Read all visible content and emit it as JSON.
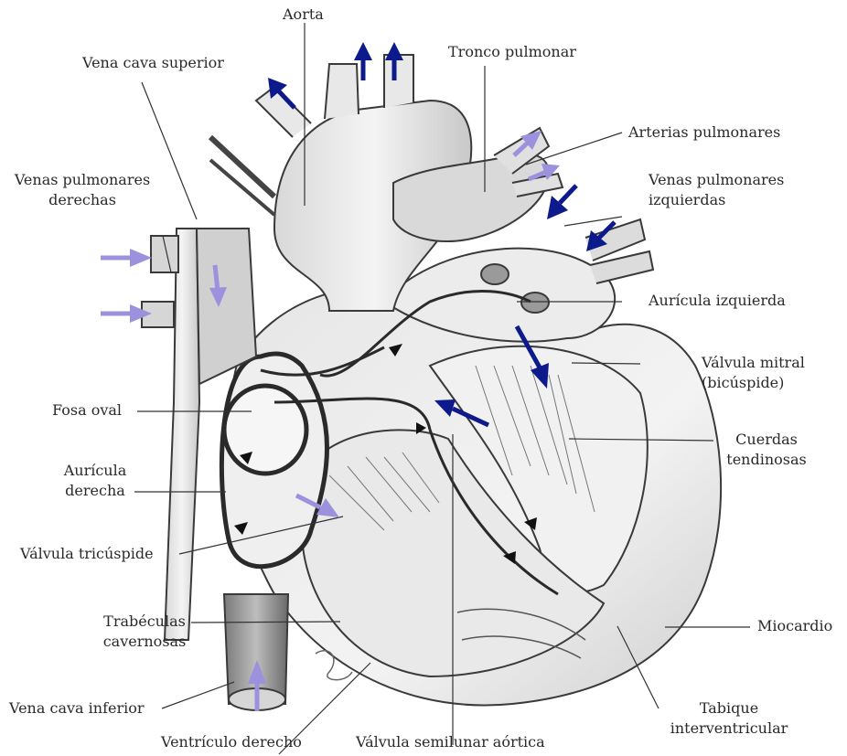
{
  "labels": {
    "aorta": "Aorta",
    "tronco_pulmonar": "Tronco pulmonar",
    "vena_cava_superior": "Vena cava superior",
    "arterias_pulmonares": "Arterias pulmonares",
    "venas_pulmonares_derechas_1": "Venas pulmonares",
    "venas_pulmonares_derechas_2": "derechas",
    "venas_pulmonares_izquierdas_1": "Venas pulmonares",
    "venas_pulmonares_izquierdas_2": "izquierdas",
    "auricula_izquierda": "Aurícula izquierda",
    "valvula_mitral_1": "Válvula  mitral",
    "valvula_mitral_2": "(bicúspide)",
    "fosa_oval": "Fosa oval",
    "cuerdas_tendinosas_1": "Cuerdas",
    "cuerdas_tendinosas_2": "tendinosas",
    "auricula_derecha_1": "Aurícula",
    "auricula_derecha_2": "derecha",
    "valvula_tricuspide": "Válvula tricúspide",
    "trabeculas_cavernosas_1": "Trabéculas",
    "trabeculas_cavernosas_2": "cavernosas",
    "miocardio": "Miocardio",
    "vena_cava_inferior": "Vena cava inferior",
    "tabique_interventricular_1": "Tabique",
    "tabique_interventricular_2": "interventricular",
    "ventriculo_derecho": "Ventrículo derecho",
    "valvula_semilunar_aortica": "Válvula semilunar aórtica"
  },
  "colors": {
    "oxygenated_arrow": "#0c1a8c",
    "deoxygenated_arrow": "#9b91dc",
    "flow_arrow": "#111111",
    "outline": "#3a3a3a",
    "label_text": "#2a2a2a"
  }
}
